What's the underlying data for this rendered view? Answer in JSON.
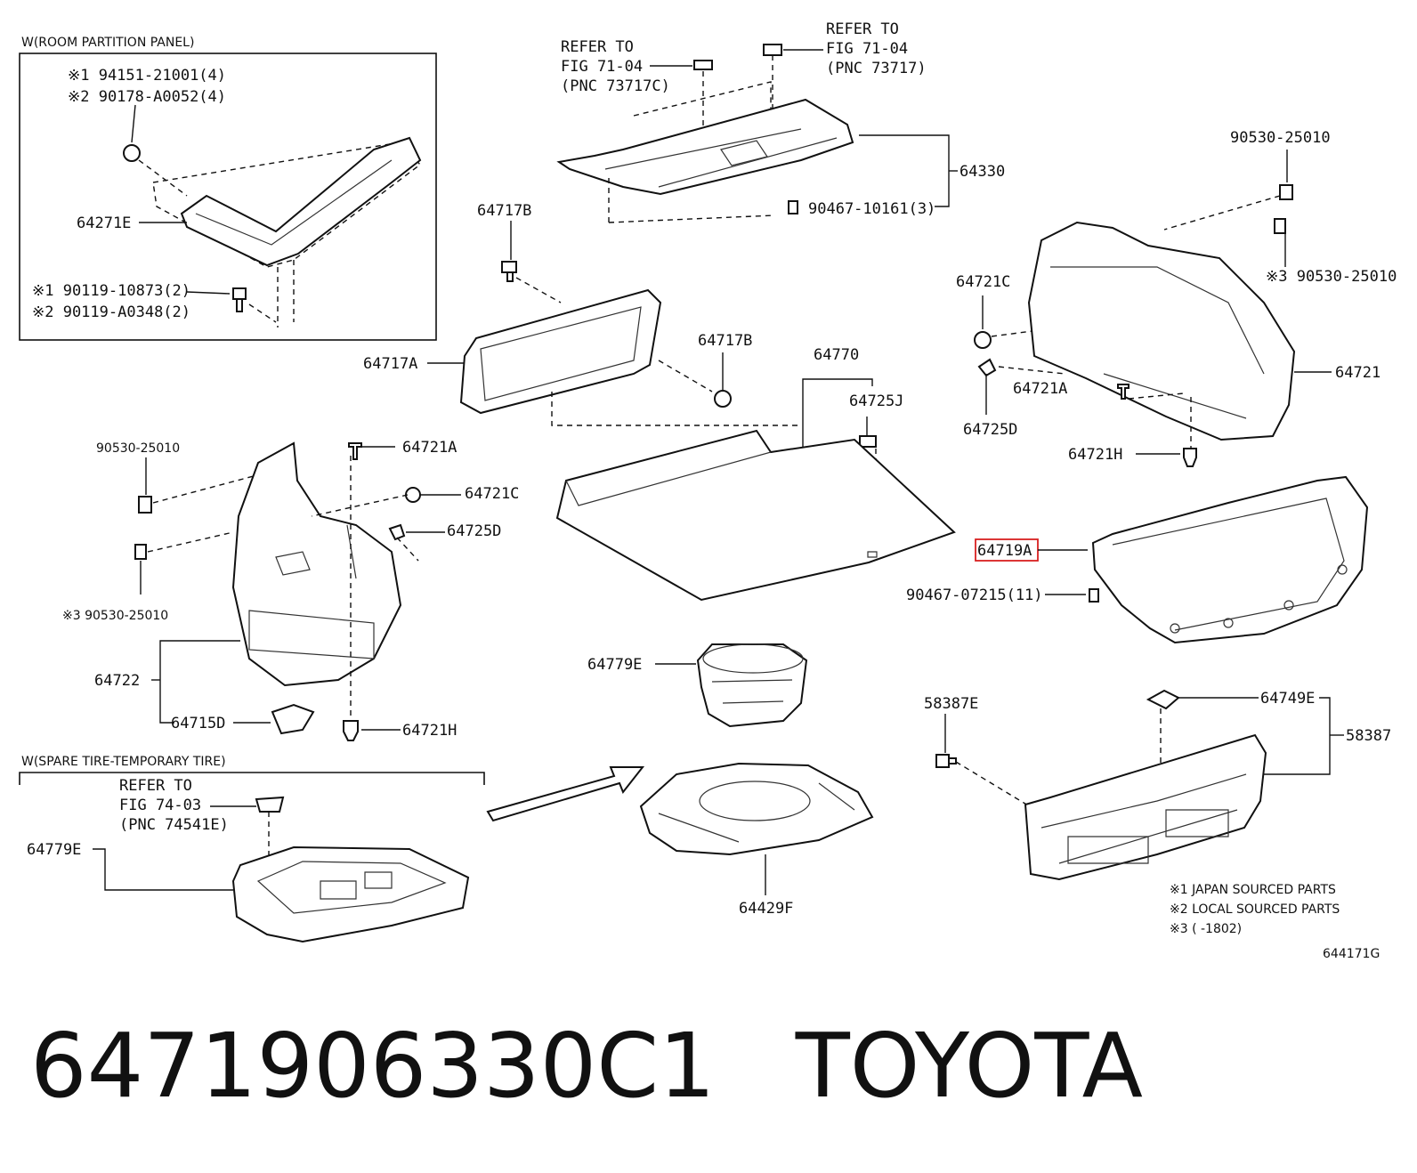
{
  "caption": {
    "part_number": "6471906330C1",
    "brand": "TOYOTA"
  },
  "boxes": {
    "room_partition": "W(ROOM PARTITION PANEL)",
    "spare_tire": "W(SPARE TIRE-TEMPORARY TIRE)"
  },
  "labels": {
    "rp_line1": "※1 94151-21001(4)",
    "rp_line2": "※2 90178-A0052(4)",
    "p64271E": "64271E",
    "rp_line3": "※1 90119-10873(2)",
    "rp_line4": "※2 90119-A0348(2)",
    "ref1_l1": "REFER TO",
    "ref1_l2": "FIG 71-04",
    "ref1_l3": "(PNC 73717C)",
    "ref2_l1": "REFER TO",
    "ref2_l2": "FIG 71-04",
    "ref2_l3": "(PNC 73717)",
    "p64330": "64330",
    "p90467_10161": "90467-10161(3)",
    "p64717B_1": "64717B",
    "p64717A": "64717A",
    "p64717B_2": "64717B",
    "p64770": "64770",
    "p64725J": "64725J",
    "r_90530_top": "90530-25010",
    "r_90530_note": "※3 90530-25010",
    "r_64721C": "64721C",
    "r_64721": "64721",
    "r_64721A": "64721A",
    "r_64725D": "64725D",
    "r_64721H": "64721H",
    "p64719A": "64719A",
    "p90467_07215": "90467-07215(11)",
    "l_90530_top": "90530-25010",
    "l_64721A": "64721A",
    "l_64721C": "64721C",
    "l_64725D": "64725D",
    "l_90530_note": "※3 90530-25010",
    "l_64722": "64722",
    "l_64715D": "64715D",
    "l_64721H": "64721H",
    "p64779E_top": "64779E",
    "ref3_l1": "REFER TO",
    "ref3_l2": "FIG 74-03",
    "ref3_l3": "(PNC 74541E)",
    "p64779E_side": "64779E",
    "p64429F": "64429F",
    "p58387E": "58387E",
    "p64749E": "64749E",
    "p58387": "58387",
    "note1": "※1 JAPAN SOURCED PARTS",
    "note2": "※2 LOCAL SOURCED PARTS",
    "note3": "※3 (      -1802)",
    "fig_id": "644171G"
  },
  "highlight": {
    "part": "64719A",
    "color": "#d82020"
  }
}
